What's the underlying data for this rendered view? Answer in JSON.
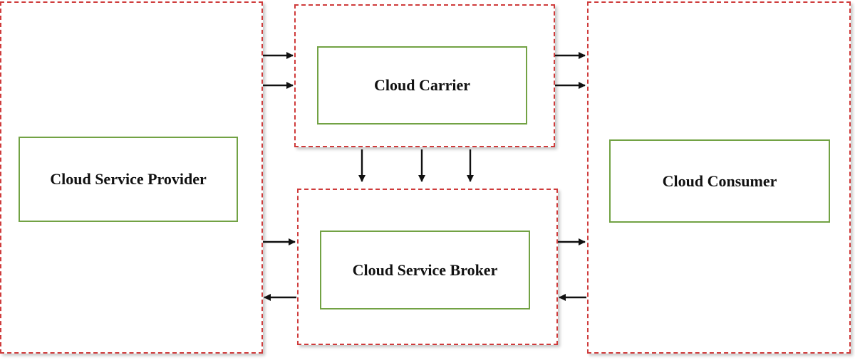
{
  "nodes": {
    "provider": "Cloud Service Provider",
    "carrier": "Cloud Carrier",
    "broker": "Cloud Service Broker",
    "consumer": "Cloud Consumer"
  },
  "colors": {
    "container_border": "#cf3b3b",
    "node_border": "#72a244",
    "arrow": "#111111"
  }
}
